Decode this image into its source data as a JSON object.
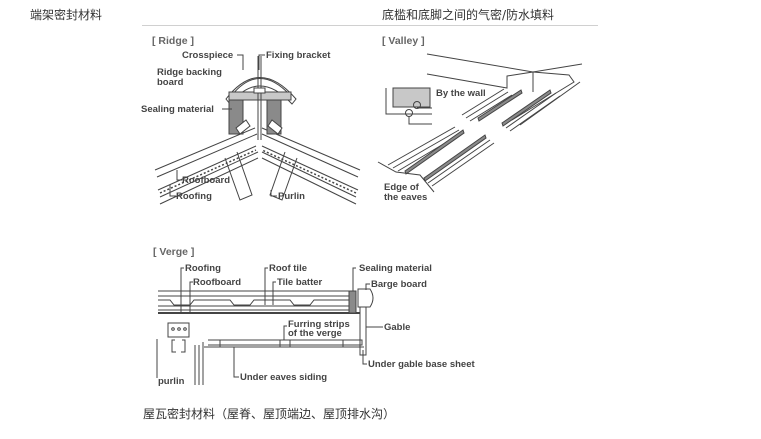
{
  "captions": {
    "left_title": "端架密封材料",
    "right_title": "底槛和底脚之间的气密/防水填料",
    "bottom_caption": "屋瓦密封材料（屋脊、屋顶端边、屋顶排水沟）"
  },
  "diagrams": {
    "ridge": {
      "title": "[ Ridge ]",
      "labels": {
        "crosspiece": "Crosspiece",
        "fixing_bracket": "Fixing bracket",
        "ridge_backing_1": "Ridge backing",
        "ridge_backing_2": "board",
        "sealing_material": "Sealing material",
        "roofboard": "Roofboard",
        "roofing": "Roofing",
        "purlin": "Purlin"
      }
    },
    "valley": {
      "title": "[ Valley ]",
      "labels": {
        "by_the_wall": "By the wall",
        "edge_1": "Edge of",
        "edge_2": "the eaves"
      }
    },
    "verge": {
      "title": "[ Verge ]",
      "labels": {
        "roofing": "Roofing",
        "roofboard": "Roofboard",
        "roof_tile": "Roof tile",
        "tile_batter": "Tile batter",
        "sealing_material": "Sealing material",
        "barge_board": "Barge board",
        "furring_1": "Furring strips",
        "furring_2": "of the verge",
        "gable": "Gable",
        "under_gable": "Under gable base sheet",
        "under_eaves": "Under eaves siding",
        "purlin": "purlin"
      }
    }
  },
  "colors": {
    "line": "#444444",
    "sealant": "#8a8a8a",
    "light_fill": "#c8c8c8"
  }
}
